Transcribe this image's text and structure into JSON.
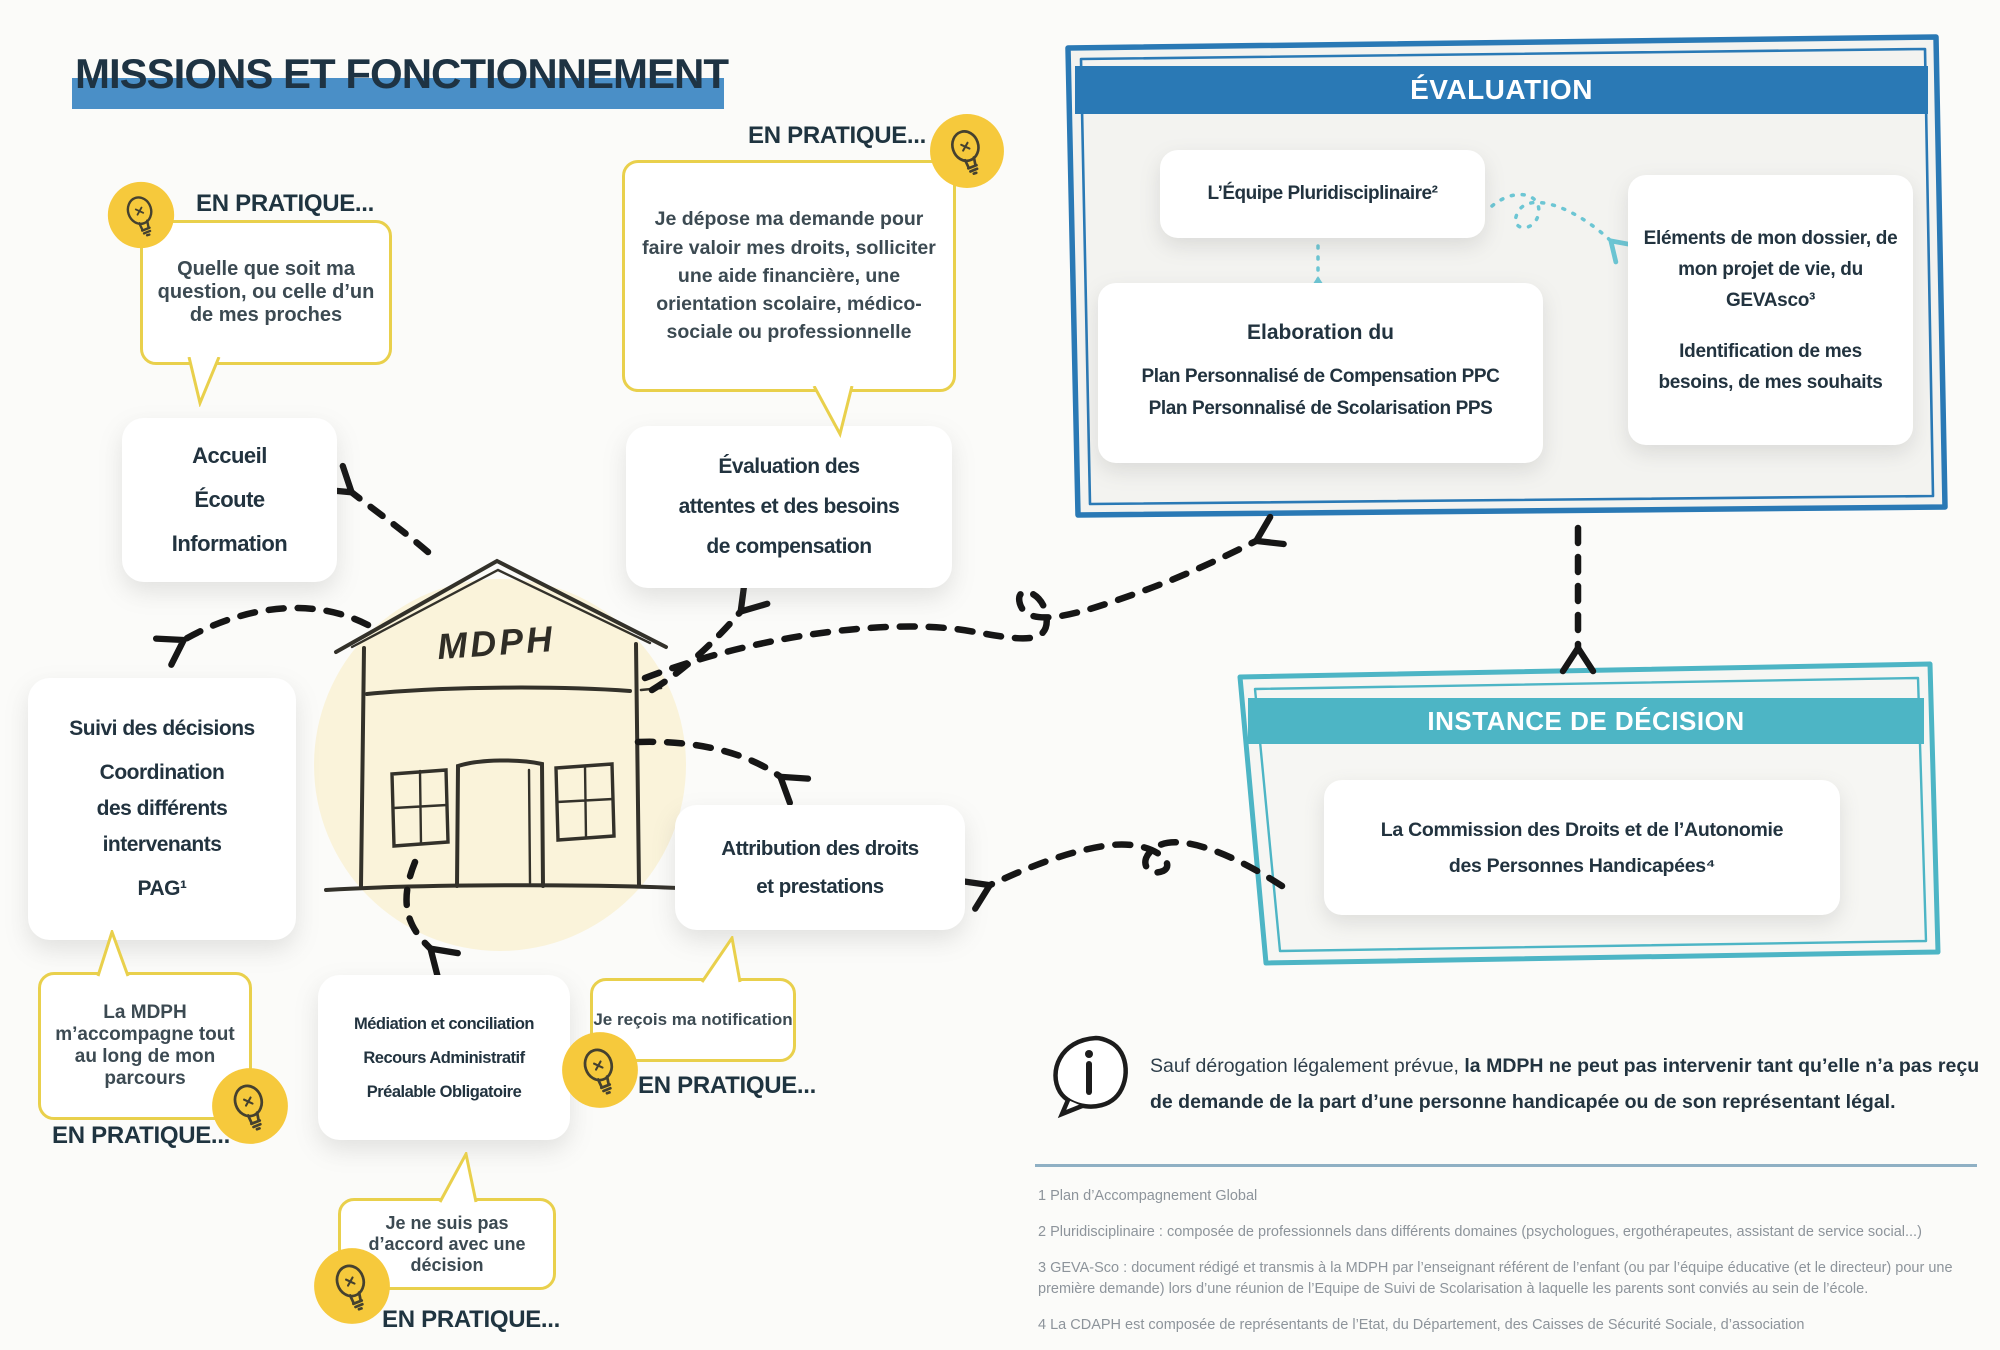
{
  "title": "MISSIONS ET FONCTIONNEMENT",
  "practice_label": "EN PRATIQUE...",
  "bubbles": {
    "question": "Quelle que soit ma question, ou celle d’un de mes proches",
    "depot": "Je dépose ma demande pour faire valoir mes droits, solliciter une aide financière, une orientation scolaire, médico-sociale ou professionnelle",
    "accompagne": "La MDPH m’accompagne tout au long de mon parcours",
    "desaccord": "Je ne suis pas d’accord avec une décision",
    "notification": "Je reçois ma notification"
  },
  "house": {
    "label": "MDPH"
  },
  "boxes": {
    "accueil": {
      "lines": [
        "Accueil",
        "Écoute",
        "Information"
      ]
    },
    "suivi": {
      "lines": [
        "Suivi des décisions",
        "Coordination",
        "des différents",
        "intervenants",
        "PAG¹"
      ]
    },
    "eval_attentes": {
      "lines": [
        "Évaluation des",
        "attentes et des besoins",
        "de compensation"
      ]
    },
    "attribution": {
      "lines": [
        "Attribution des droits",
        "et prestations"
      ]
    },
    "mediation": {
      "lines": [
        "Médiation et conciliation",
        "Recours Administratif",
        "Préalable Obligatoire"
      ]
    }
  },
  "evaluation_panel": {
    "header": "ÉVALUATION",
    "equipe": "L’Équipe Pluridisciplinaire²",
    "elaboration": {
      "title": "Elaboration du",
      "lines": [
        "Plan Personnalisé de Compensation PPC",
        "Plan Personnalisé de Scolarisation PPS"
      ]
    },
    "elements": {
      "para1": "Eléments de mon dossier, de mon projet de vie, du GEVAsco³",
      "para2": "Identification de mes besoins, de mes souhaits"
    }
  },
  "decision_panel": {
    "header": "INSTANCE DE DÉCISION",
    "cdaph": {
      "lines": [
        "La Commission des Droits et de l’Autonomie",
        "des Personnes Handicapées⁴"
      ]
    }
  },
  "note": {
    "line1_regular": "Sauf dérogation légalement prévue, ",
    "line1_bold": "la MDPH ne peut pas intervenir tant qu’elle n’a pas reçu",
    "line2_bold": "de demande de la part d’une personne handicapée ou de son représentant légal."
  },
  "footnotes": [
    "1 Plan d’Accompagnement Global",
    "2 Pluridisciplinaire : composée de professionnels dans différents domaines (psychologues, ergothérapeutes, assistant de service social...)",
    "3 GEVA-Sco : document rédigé et transmis à la MDPH par l’enseignant référent de l’enfant (ou par l’équipe éducative (et le directeur) pour une première demande) lors d’une réunion de l’Equipe de Suivi de Scolarisation à laquelle les parents sont conviés au sein de l’école.",
    "4 La CDAPH est composée de représentants de l’Etat, du Département, des Caisses de Sécurité Sociale, d’association"
  ],
  "colors": {
    "blue": "#2a79b5",
    "teal": "#4db5c5",
    "yellow": "#f6c93c",
    "yellow_border": "#e9d04c",
    "navy": "#22333f",
    "gray": "#8d949b"
  }
}
